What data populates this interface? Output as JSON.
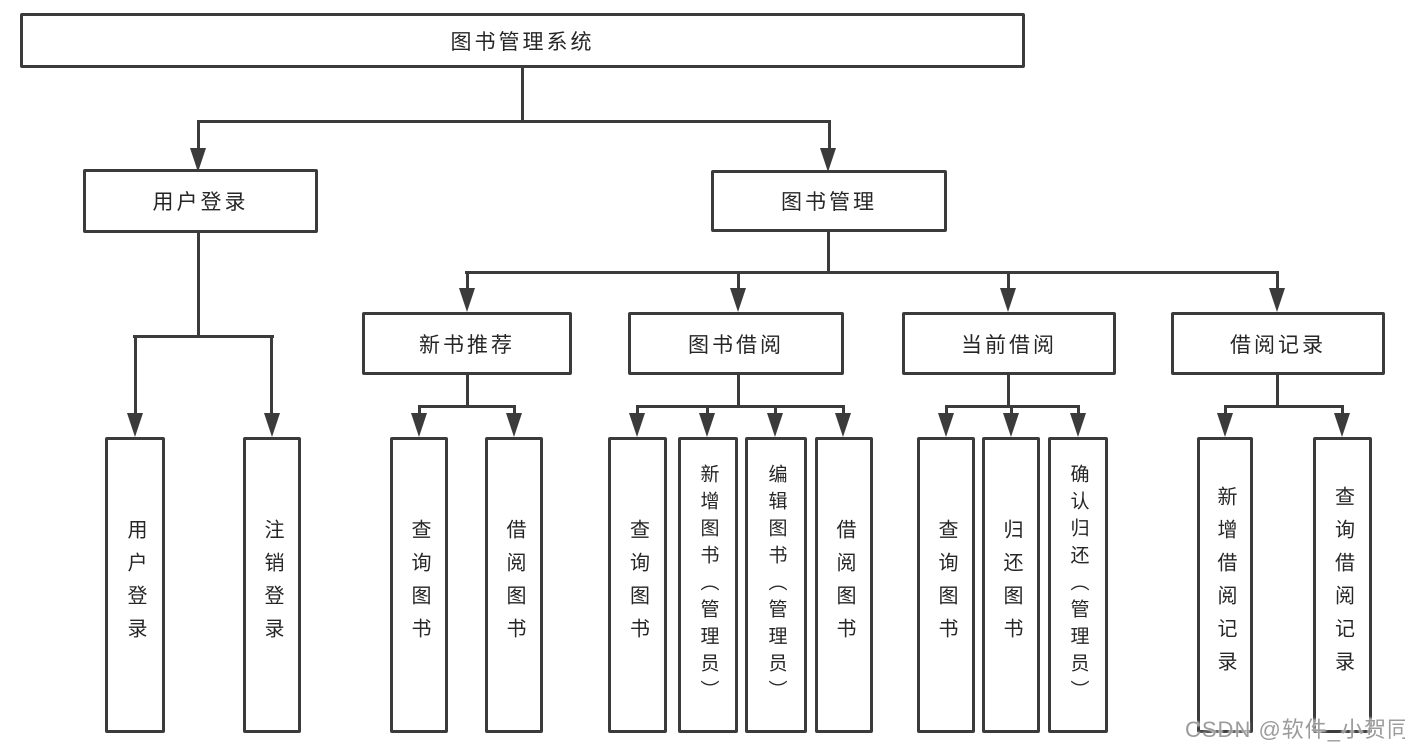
{
  "tree": {
    "label": "图书管理系统",
    "children": [
      {
        "label": "用户登录",
        "children": [
          {
            "label": "用户登录"
          },
          {
            "label": "注销登录"
          }
        ]
      },
      {
        "label": "图书管理",
        "children": [
          {
            "label": "新书推荐",
            "children": [
              {
                "label": "查询图书"
              },
              {
                "label": "借阅图书"
              }
            ]
          },
          {
            "label": "图书借阅",
            "children": [
              {
                "label": "查询图书"
              },
              {
                "label": "新增图书（管理员）"
              },
              {
                "label": "编辑图书（管理员）"
              },
              {
                "label": "借阅图书"
              }
            ]
          },
          {
            "label": "当前借阅",
            "children": [
              {
                "label": "查询图书"
              },
              {
                "label": "归还图书"
              },
              {
                "label": "确认归还（管理员）"
              }
            ]
          },
          {
            "label": "借阅记录",
            "children": [
              {
                "label": "新增借阅记录"
              },
              {
                "label": "查询借阅记录"
              }
            ]
          }
        ]
      }
    ]
  },
  "watermark": "CSDN @软件_小贺同学",
  "colors": {
    "line": "#3b3b3b",
    "box_border": "#3b3b3b",
    "text": "#262626",
    "watermark": "#9c9c9c",
    "background": "#ffffff"
  }
}
